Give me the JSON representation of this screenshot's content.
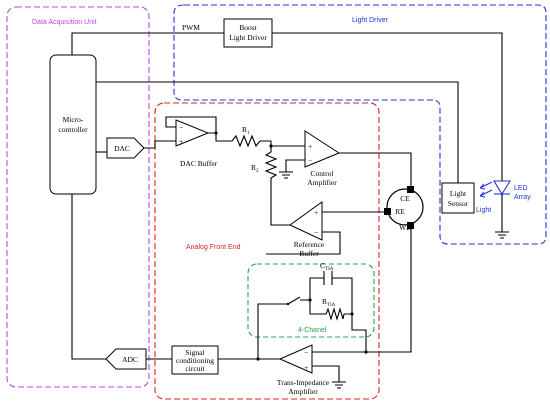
{
  "groups": {
    "data_acquisition": {
      "label": "Data Acquisition Unit",
      "color": "#b84ae6"
    },
    "light_driver": {
      "label": "Light Driver",
      "color": "#2233dd"
    },
    "analog_front_end": {
      "label": "Analog Front End",
      "color": "#e02020"
    },
    "four_channel": {
      "label": "4-Chanel",
      "color": "#22a844"
    }
  },
  "blocks": {
    "microcontroller_line1": "Micro-",
    "microcontroller_line2": "controller",
    "dac": "DAC",
    "adc": "ADC",
    "boost_line1": "Boost",
    "boost_line2": "Light Driver",
    "dac_buffer": "DAC Buffer",
    "control_amp_line1": "Control",
    "control_amp_line2": "Amplifier",
    "reference_buffer_line1": "Reference",
    "reference_buffer_line2": "Buffer",
    "signal_cond_line1": "Signal",
    "signal_cond_line2": "conditioning",
    "signal_cond_line3": "circuit",
    "tia_line1": "Trans-Impedance",
    "tia_line2": "Amplifier",
    "light_sensor_line1": "Light",
    "light_sensor_line2": "Sensor",
    "led_line1": "LED",
    "led_line2": "Array",
    "light": "Light"
  },
  "signals": {
    "pwm": "PWM"
  },
  "cell_electrodes": {
    "ce": "CE",
    "re": "RE",
    "we": "WE"
  },
  "components": {
    "r1": "R",
    "r1_sub": "1",
    "r2": "R",
    "r2_sub": "2",
    "rtia": "R",
    "rtia_sub": "TIA",
    "ctia": "C",
    "ctia_sub": "TIA"
  },
  "opamp_signs": {
    "plus": "+",
    "minus": "−"
  }
}
